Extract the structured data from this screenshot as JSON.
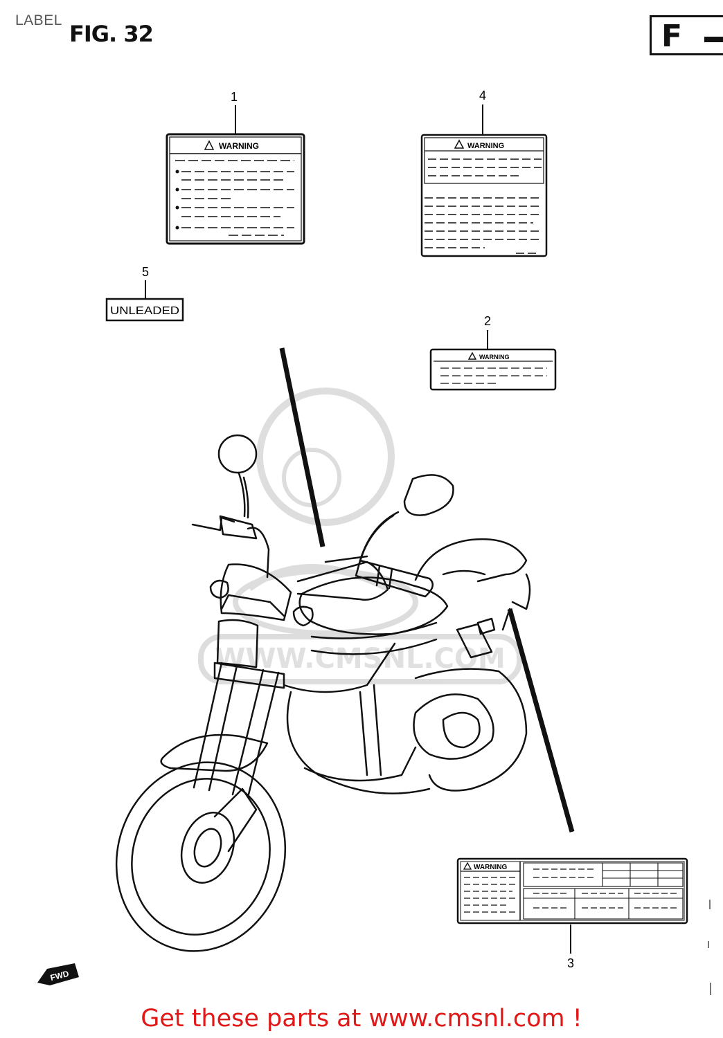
{
  "header": {
    "page_label": "LABEL",
    "figure_title": "FIG. 32",
    "section_letter": "F"
  },
  "callouts": [
    {
      "number": "1"
    },
    {
      "number": "2"
    },
    {
      "number": "3"
    },
    {
      "number": "4"
    },
    {
      "number": "5"
    }
  ],
  "labels": {
    "warning_text": "WARNING",
    "unleaded_text": "UNLEADED",
    "fwd_text": "FWD"
  },
  "watermark": {
    "text": "WWW.CMSNL.COM"
  },
  "footer": {
    "link_text": "Get these parts at www.cmsnl.com !",
    "link_color": "#e01818"
  }
}
